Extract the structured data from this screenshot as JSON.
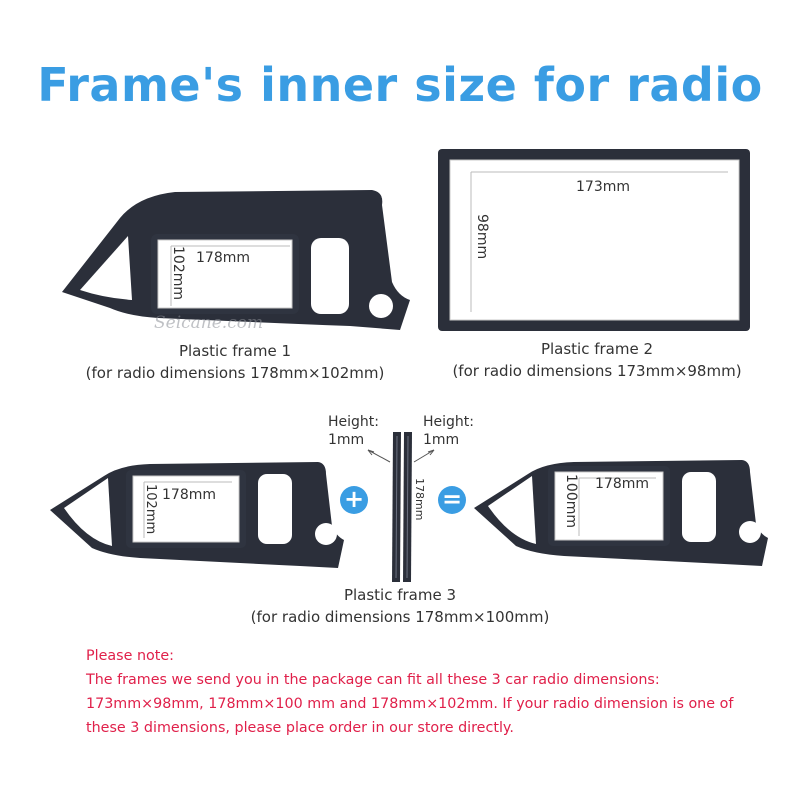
{
  "title": "Frame's inner size for radio",
  "watermark": "Seicane.com",
  "frame1": {
    "width_label": "178mm",
    "height_label": "102mm",
    "caption": "Plastic frame 1",
    "subcaption": "(for radio dimensions 178mm×102mm)"
  },
  "frame2": {
    "width_label": "173mm",
    "height_label": "98mm",
    "caption": "Plastic frame 2",
    "subcaption": "(for radio dimensions 173mm×98mm)"
  },
  "frame3": {
    "left_width_label": "178mm",
    "left_height_label": "102mm",
    "strip_label": "178mm",
    "right_width_label": "178mm",
    "right_height_label": "100mm",
    "height_left_line1": "Height:",
    "height_left_line2": "1mm",
    "height_right_line1": "Height:",
    "height_right_line2": "1mm",
    "plus": "+",
    "equals": "=",
    "caption": "Plastic frame 3",
    "subcaption": "(for radio dimensions 178mm×100mm)"
  },
  "note": {
    "heading": "Please note:",
    "line1": "The frames we send you in the package can fit all these 3 car radio dimensions:",
    "line2": "173mm×98mm,  178mm×100 mm and  178mm×102mm. If your radio dimension is one of",
    "line3": "these 3 dimensions, please place order in our store directly."
  },
  "colors": {
    "title": "#3a9de3",
    "note": "#e0204a",
    "frame": "#2b2f3a",
    "operator": "#3a9de3"
  }
}
